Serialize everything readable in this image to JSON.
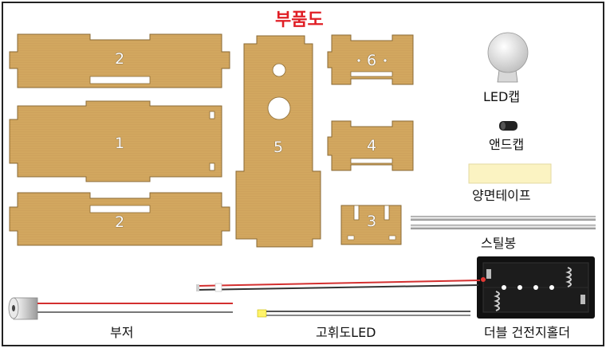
{
  "title": "부품도",
  "part_numbers": [
    "2",
    "1",
    "2",
    "5",
    "6",
    "4",
    "3"
  ],
  "labels": {
    "led_cap": "LED캡",
    "end_cap": "앤드캡",
    "tape": "양면테이프",
    "steel_rod": "스틸봉",
    "buzzer": "부저",
    "led": "고휘도LED",
    "battery_holder": "더블 건전지홀더"
  },
  "colors": {
    "cardboard": "#d2a75f",
    "cardboard_edge": "#8a6a34",
    "title": "#e01e25",
    "wire_red": "#d32f2f",
    "wire_black": "#333333",
    "tape": "#fbf3c2"
  }
}
